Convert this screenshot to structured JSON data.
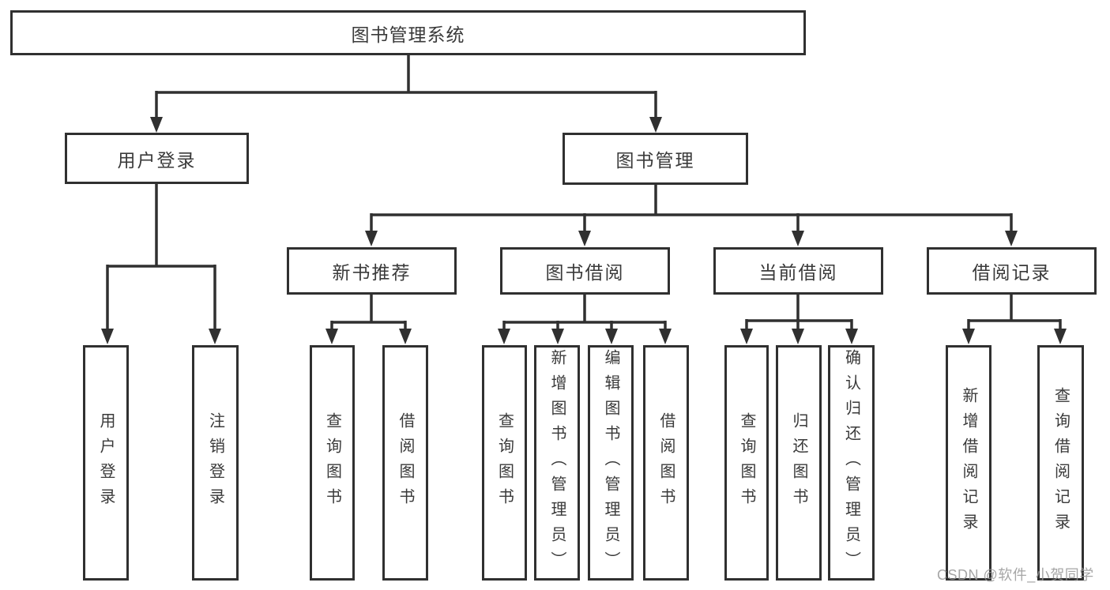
{
  "diagram": {
    "type": "tree",
    "title": "图书管理系统",
    "nodes": {
      "root": "图书管理系统",
      "level2": [
        "用户登录",
        "图书管理"
      ],
      "level3": [
        "新书推荐",
        "图书借阅",
        "当前借阅",
        "借阅记录"
      ],
      "leaves": [
        "用户登录",
        "注销登录",
        "查询图书",
        "借阅图书",
        "查询图书",
        "新增图书（管理员）",
        "编辑图书（管理员）",
        "借阅图书",
        "查询图书",
        "归还图书",
        "确认归还（管理员）",
        "新增借阅记录",
        "查询借阅记录"
      ]
    },
    "edges": [
      {
        "from": "图书管理系统",
        "to": "用户登录"
      },
      {
        "from": "图书管理系统",
        "to": "图书管理"
      },
      {
        "from": "用户登录",
        "to": "用户登录"
      },
      {
        "from": "用户登录",
        "to": "注销登录"
      },
      {
        "from": "图书管理",
        "to": "新书推荐"
      },
      {
        "from": "图书管理",
        "to": "图书借阅"
      },
      {
        "from": "图书管理",
        "to": "当前借阅"
      },
      {
        "from": "图书管理",
        "to": "借阅记录"
      },
      {
        "from": "新书推荐",
        "to": "查询图书"
      },
      {
        "from": "新书推荐",
        "to": "借阅图书"
      },
      {
        "from": "图书借阅",
        "to": "查询图书"
      },
      {
        "from": "图书借阅",
        "to": "新增图书（管理员）"
      },
      {
        "from": "图书借阅",
        "to": "编辑图书（管理员）"
      },
      {
        "from": "图书借阅",
        "to": "借阅图书"
      },
      {
        "from": "当前借阅",
        "to": "查询图书"
      },
      {
        "from": "当前借阅",
        "to": "归还图书"
      },
      {
        "from": "当前借阅",
        "to": "确认归还（管理员）"
      },
      {
        "from": "借阅记录",
        "to": "新增借阅记录"
      },
      {
        "from": "借阅记录",
        "to": "查询借阅记录"
      }
    ],
    "colors": {
      "line": "#303030",
      "text": "#3a3a3a",
      "background": "#ffffff",
      "watermark_text": "#969696"
    }
  },
  "watermark": "CSDN @软件_小贺同学"
}
